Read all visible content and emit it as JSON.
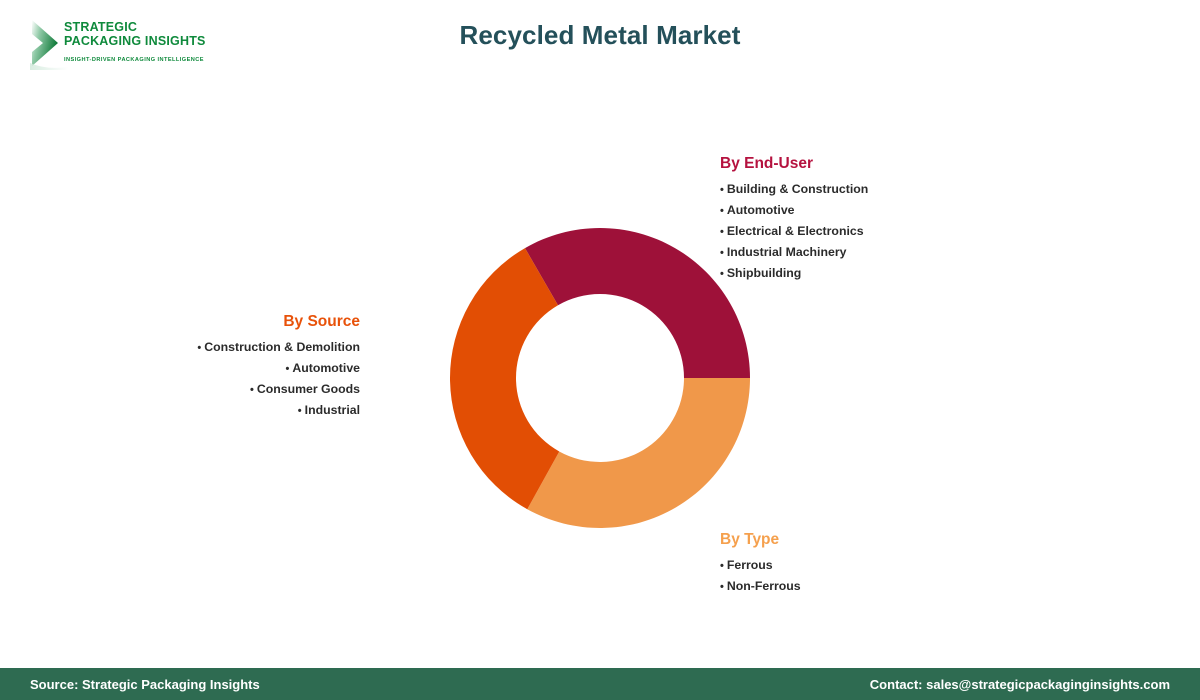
{
  "header": {
    "title": "Recycled Metal Market",
    "title_color": "#24505A"
  },
  "logo": {
    "line1": "STRATEGIC",
    "line2": "PACKAGING INSIGHTS",
    "tagline": "INSIGHT-DRIVEN PACKAGING INTELLIGENCE",
    "color": "#0F8A3C",
    "mark": "green-chevron-icon"
  },
  "segments": {
    "end_user": {
      "heading": "By End-User",
      "color": "#B5123F",
      "items": [
        "Building & Construction",
        "Automotive",
        "Electrical & Electronics",
        "Industrial Machinery",
        "Shipbuilding"
      ]
    },
    "source": {
      "heading": "By Source",
      "color": "#E8520A",
      "items": [
        "Construction & Demolition",
        "Automotive",
        "Consumer Goods",
        "Industrial"
      ]
    },
    "type": {
      "heading": "By Type",
      "color": "#F5A04D",
      "items": [
        "Ferrous",
        "Non-Ferrous"
      ]
    }
  },
  "footer": {
    "source_text": "Source: Strategic Packaging Insights",
    "contact_text": "Contact: sales@strategicpackaginginsights.com",
    "background": "#2E6B51"
  },
  "chart_data": {
    "type": "pie",
    "variant": "donut",
    "title": "Recycled Metal Market",
    "center": [
      150,
      150
    ],
    "outer_radius": 150,
    "inner_radius": 84,
    "categories": [
      "By End-User",
      "By Type",
      "By Source"
    ],
    "values": [
      33.3,
      33.1,
      33.6
    ],
    "start_angles_deg": [
      330,
      90,
      209
    ],
    "end_angles_deg": [
      90,
      209,
      330
    ],
    "colors": [
      "#9E1139",
      "#F0984A",
      "#E24E04"
    ],
    "legend": "external-labels",
    "grid": false,
    "labels_shown": false
  }
}
